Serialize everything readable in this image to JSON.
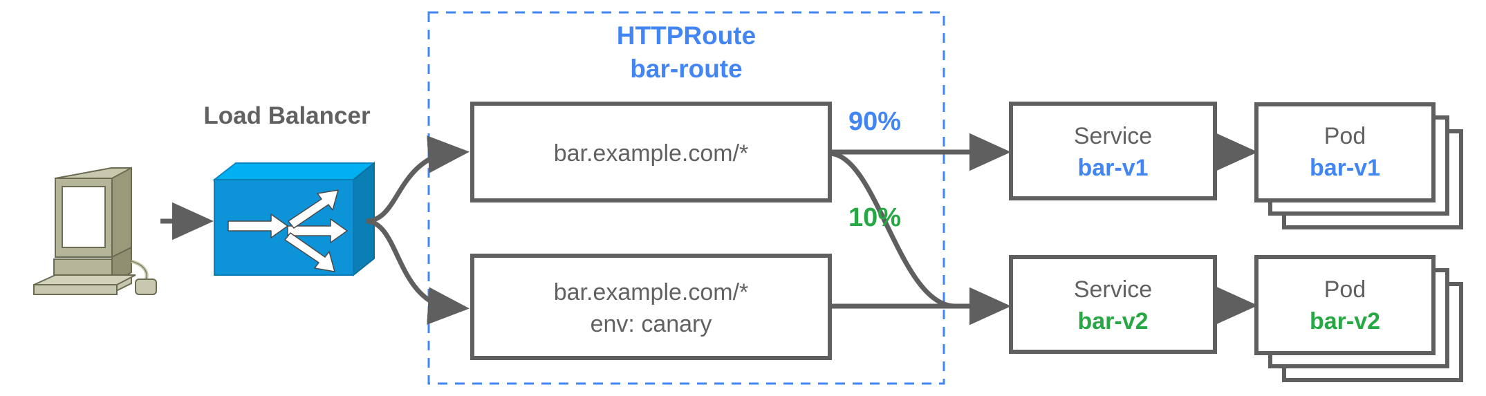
{
  "diagram": {
    "title_group": {
      "line1": "HTTPRoute",
      "line2": "bar-route",
      "color": "#4285f4"
    },
    "load_balancer_label": "Load Balancer",
    "client": {
      "icon": "desktop-computer-icon"
    },
    "switch": {
      "icon": "network-switch-icon",
      "color": "#0d93d8"
    },
    "routes": [
      {
        "id": "route-primary",
        "line1": "bar.example.com/*",
        "line2": ""
      },
      {
        "id": "route-canary",
        "line1": "bar.example.com/*",
        "line2": "env: canary"
      }
    ],
    "weights": [
      {
        "id": "weight-90",
        "label": "90%",
        "color": "#4285f4"
      },
      {
        "id": "weight-10",
        "label": "10%",
        "color": "#27a844"
      }
    ],
    "services": [
      {
        "id": "service-bar-v1",
        "kind": "Service",
        "name": "bar-v1",
        "color": "#4285f4"
      },
      {
        "id": "service-bar-v2",
        "kind": "Service",
        "name": "bar-v2",
        "color": "#27a844"
      }
    ],
    "pods": [
      {
        "id": "pod-bar-v1",
        "kind": "Pod",
        "name": "bar-v1",
        "color": "#4285f4",
        "replicas": 3
      },
      {
        "id": "pod-bar-v2",
        "kind": "Pod",
        "name": "bar-v2",
        "color": "#27a844",
        "replicas": 3
      }
    ],
    "colors": {
      "stroke": "#5f5f5f",
      "dashed_border": "#4285f4",
      "text_gray": "#616161",
      "blue": "#4285f4",
      "green": "#27a844"
    }
  }
}
